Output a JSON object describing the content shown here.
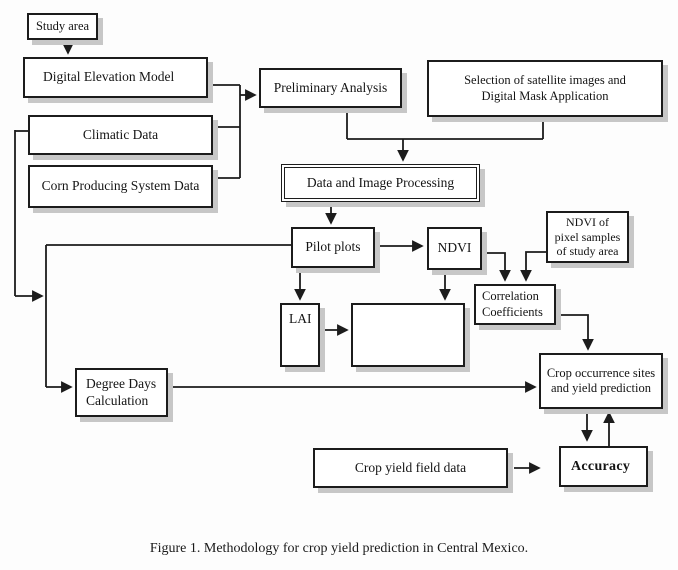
{
  "figure": {
    "caption": "Figure 1. Methodology for crop yield prediction in Central Mexico."
  },
  "nodes": {
    "study_area": {
      "label": "Study area"
    },
    "dem": {
      "label": "Digital Elevation Model"
    },
    "climatic": {
      "label": "Climatic Data"
    },
    "corn": {
      "label": "Corn Producing System Data"
    },
    "preliminary": {
      "label": "Preliminary Analysis"
    },
    "selection": {
      "label": "Selection of satellite images and\nDigital Mask Application"
    },
    "processing": {
      "label": "Data and Image Processing"
    },
    "pilot_plots": {
      "label": "Pilot plots"
    },
    "ndvi": {
      "label": "NDVI"
    },
    "ndvi_pixel": {
      "label": "NDVI of\npixel samples\nof study area"
    },
    "lai": {
      "label": "LAI"
    },
    "unlabeled_box": {
      "label": ""
    },
    "correlation": {
      "label": "Correlation\nCoefficients"
    },
    "degree_days": {
      "label": "Degree Days\nCalculation"
    },
    "crop_occurrence": {
      "label": "Crop occurrence sites\nand yield prediction"
    },
    "crop_yield": {
      "label": "Crop yield field data"
    },
    "accuracy": {
      "label": "Accuracy"
    }
  },
  "colors": {
    "line": "#1c1c1c",
    "box_border": "#1c1c1c",
    "box_shadow": "#c7c7c7",
    "background": "#fdfdfd"
  }
}
